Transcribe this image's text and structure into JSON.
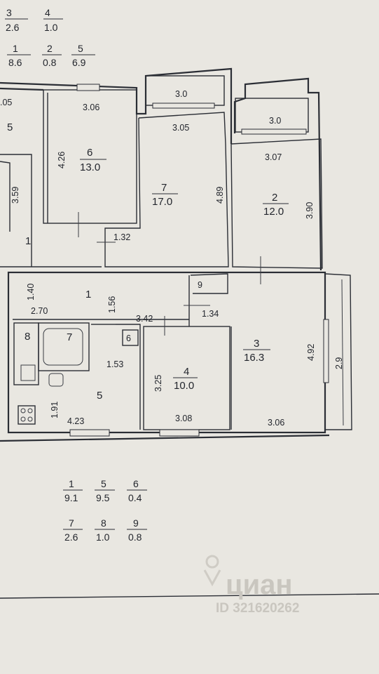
{
  "legend_top": [
    {
      "room": "3",
      "area": "2.6"
    },
    {
      "room": "4",
      "area": "1.0"
    },
    {
      "room": "1",
      "area": "8.6"
    },
    {
      "room": "2",
      "area": "0.8"
    },
    {
      "room": "5",
      "area": "6.9"
    }
  ],
  "legend_bottom": [
    {
      "room": "1",
      "area": "9.1"
    },
    {
      "room": "5",
      "area": "9.5"
    },
    {
      "room": "6",
      "area": "0.4"
    },
    {
      "room": "7",
      "area": "2.6"
    },
    {
      "room": "8",
      "area": "1.0"
    },
    {
      "room": "9",
      "area": "0.8"
    }
  ],
  "rooms": [
    {
      "id": "6",
      "area": "13.0"
    },
    {
      "id": "7",
      "area": "17.0"
    },
    {
      "id": "2",
      "area": "12.0"
    },
    {
      "id": "3",
      "area": "16.3"
    },
    {
      "id": "4",
      "area": "10.0"
    }
  ],
  "room_numbers": {
    "left_5": "5",
    "left_1": "1",
    "corr_1": "1",
    "bath_7": "7",
    "wc_8": "8",
    "closet_6": "6",
    "kitchen_5": "5",
    "closet_9": "9"
  },
  "dimensions": {
    "d305_left": ".05",
    "d306": "3.06",
    "d426": "4.26",
    "d359": "3.59",
    "d132": "1.32",
    "d30_a": "3.0",
    "d305": "3.05",
    "d489": "4.89",
    "d30_b": "3.0",
    "d307": "3.07",
    "d390": "3.90",
    "d140": "1.40",
    "d156": "1.56",
    "d270": "2.70",
    "d342": "3.42",
    "d134": "1.34",
    "d153": "1.53",
    "d325": "3.25",
    "d492": "4.92",
    "d29": "2.9",
    "d191": "1.91",
    "d423": "4.23",
    "d308": "3.08",
    "d306_b": "3.06"
  },
  "watermark": {
    "brand": "циан",
    "id": "ID 321620262"
  }
}
